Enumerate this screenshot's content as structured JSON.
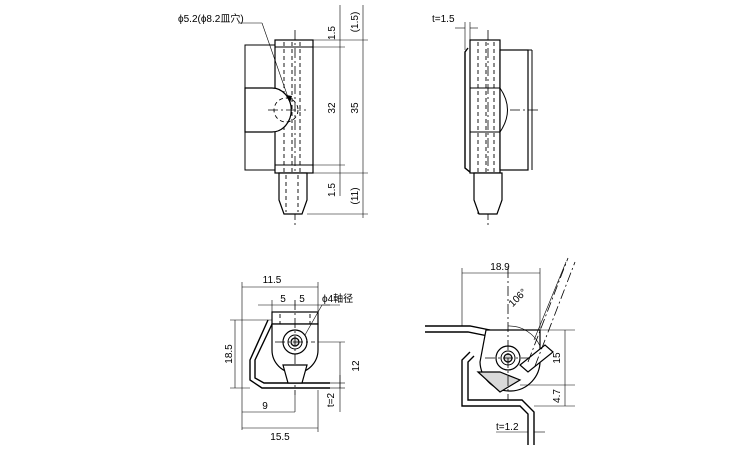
{
  "labels": {
    "hole_spec": "ϕ5.2(ϕ8.2皿穴)",
    "d_1_5_top": "1.5",
    "d_1_5_top_ref": "(1.5)",
    "d_32": "32",
    "d_35": "35",
    "d_1_5_bottom": "1.5",
    "d_11_ref": "(11)",
    "t_1_5": "t=1.5",
    "d_11_5": "11.5",
    "d_5_left": "5",
    "d_5_right": "5",
    "pin_spec": "ϕ4軸径",
    "d_18_5": "18.5",
    "d_12": "12",
    "d_9": "9",
    "t_2": "t=2",
    "d_15_5": "15.5",
    "d_18_9": "18.9",
    "angle_106": "106°",
    "d_15": "15",
    "d_4_7": "4.7",
    "t_1_2": "t=1.2"
  }
}
